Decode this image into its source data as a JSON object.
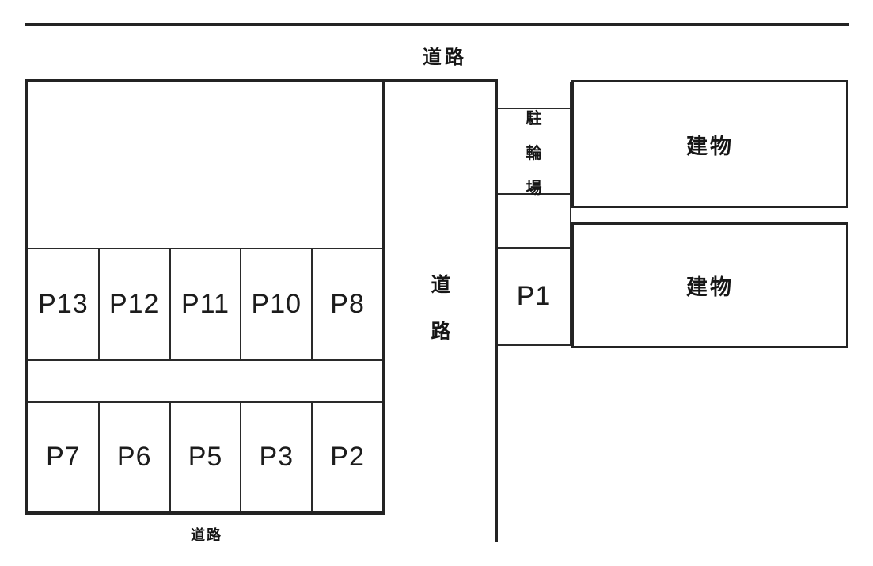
{
  "roads": {
    "top_label": "道路",
    "middle_vertical_chars": [
      "道",
      "路"
    ],
    "bottom_label": "道路"
  },
  "parking": {
    "middle_row": [
      "P13",
      "P12",
      "P11",
      "P10",
      "P8"
    ],
    "bottom_row": [
      "P7",
      "P6",
      "P5",
      "P3",
      "P2"
    ],
    "p1_label": "P1"
  },
  "bicycle_parking_chars": [
    "駐",
    "輪",
    "場"
  ],
  "buildings": [
    {
      "label": "建物"
    },
    {
      "label": "建物"
    }
  ],
  "colors": {
    "line": "#232323",
    "text": "#161616",
    "background": "#ffffff"
  }
}
